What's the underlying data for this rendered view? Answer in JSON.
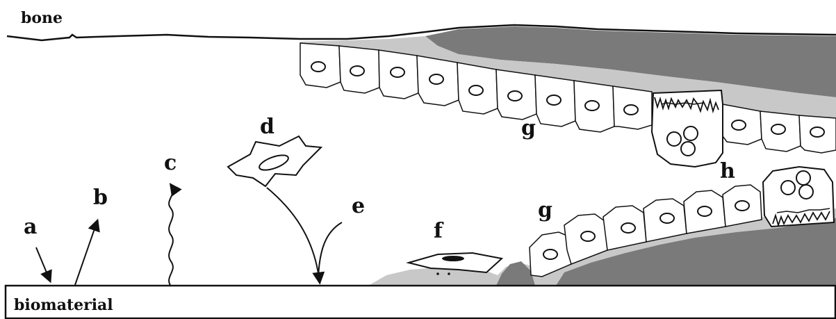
{
  "labels": {
    "bone": "bone",
    "biomaterial": "biomaterial",
    "a": "a",
    "b": "b",
    "c": "c",
    "d": "d",
    "e": "e",
    "f": "f",
    "g_upper": "g",
    "g_lower": "g",
    "h": "h"
  },
  "colors": {
    "line": "#111111",
    "bone_matrix_dark": "#7a7a7a",
    "osteoid_light": "#c8c8c8",
    "cell_fill": "#ffffff",
    "background": "#ffffff"
  }
}
